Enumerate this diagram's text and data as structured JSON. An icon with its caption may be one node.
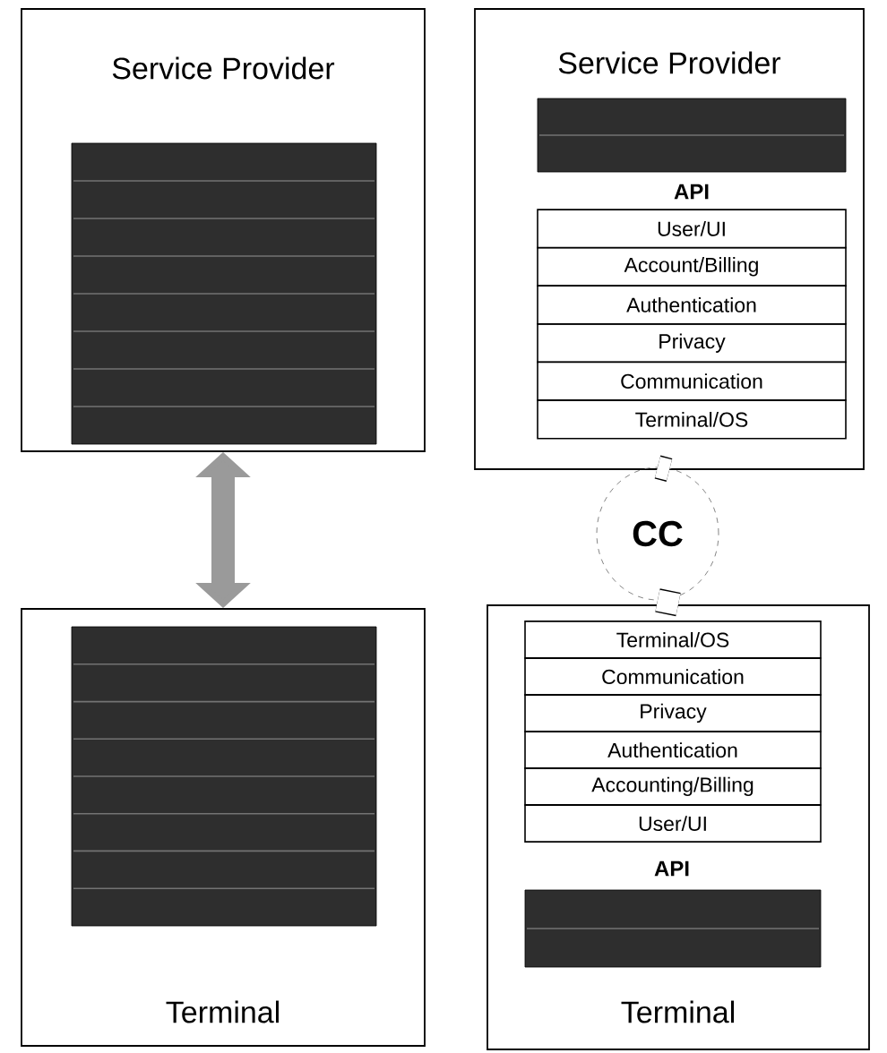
{
  "diagram": {
    "nodes": [
      {
        "text": [
          "Service Provider"
        ]
      },
      {
        "text": [],
        "shape": "box",
        "in": 0
      },
      {
        "text": [
          "Terminal"
        ]
      },
      {
        "text": [],
        "shape": "box",
        "in": 2
      },
      {
        "text": [
          "Service Provider"
        ]
      },
      {
        "text": [],
        "shape": "box",
        "in": 4
      },
      {
        "text": [
          "User/UI"
        ],
        "in": 4
      },
      {
        "text": [
          "Account/Billing"
        ],
        "in": 4
      },
      {
        "text": [
          "Authentication"
        ],
        "in": 4
      },
      {
        "text": [
          "Privacy"
        ],
        "in": 4
      },
      {
        "text": [
          "Communication"
        ],
        "in": 4
      },
      {
        "text": [
          "Terminal/OS"
        ],
        "in": 4
      },
      {
        "text": [
          "CC"
        ]
      },
      {
        "text": [
          "Terminal"
        ]
      },
      {
        "text": [
          "Terminal/OS"
        ],
        "in": 13
      },
      {
        "text": [
          "Communication"
        ],
        "in": 13
      },
      {
        "text": [
          "Privacy"
        ],
        "in": 13
      },
      {
        "text": [
          "Authentication"
        ],
        "in": 13
      },
      {
        "text": [
          "Accounting/Billing"
        ],
        "in": 13
      },
      {
        "text": [
          "User/UI"
        ],
        "in": 13
      },
      {
        "text": [],
        "shape": "box",
        "in": 13
      }
    ],
    "edges": [
      {
        "from": 0,
        "to": 2,
        "arrow": "both",
        "color": "#9a9a9a"
      },
      {
        "from": 4,
        "to": 12,
        "arrow": "none"
      },
      {
        "from": 12,
        "to": 13,
        "arrow": "none"
      }
    ],
    "labels": [
      "API",
      "API"
    ]
  }
}
